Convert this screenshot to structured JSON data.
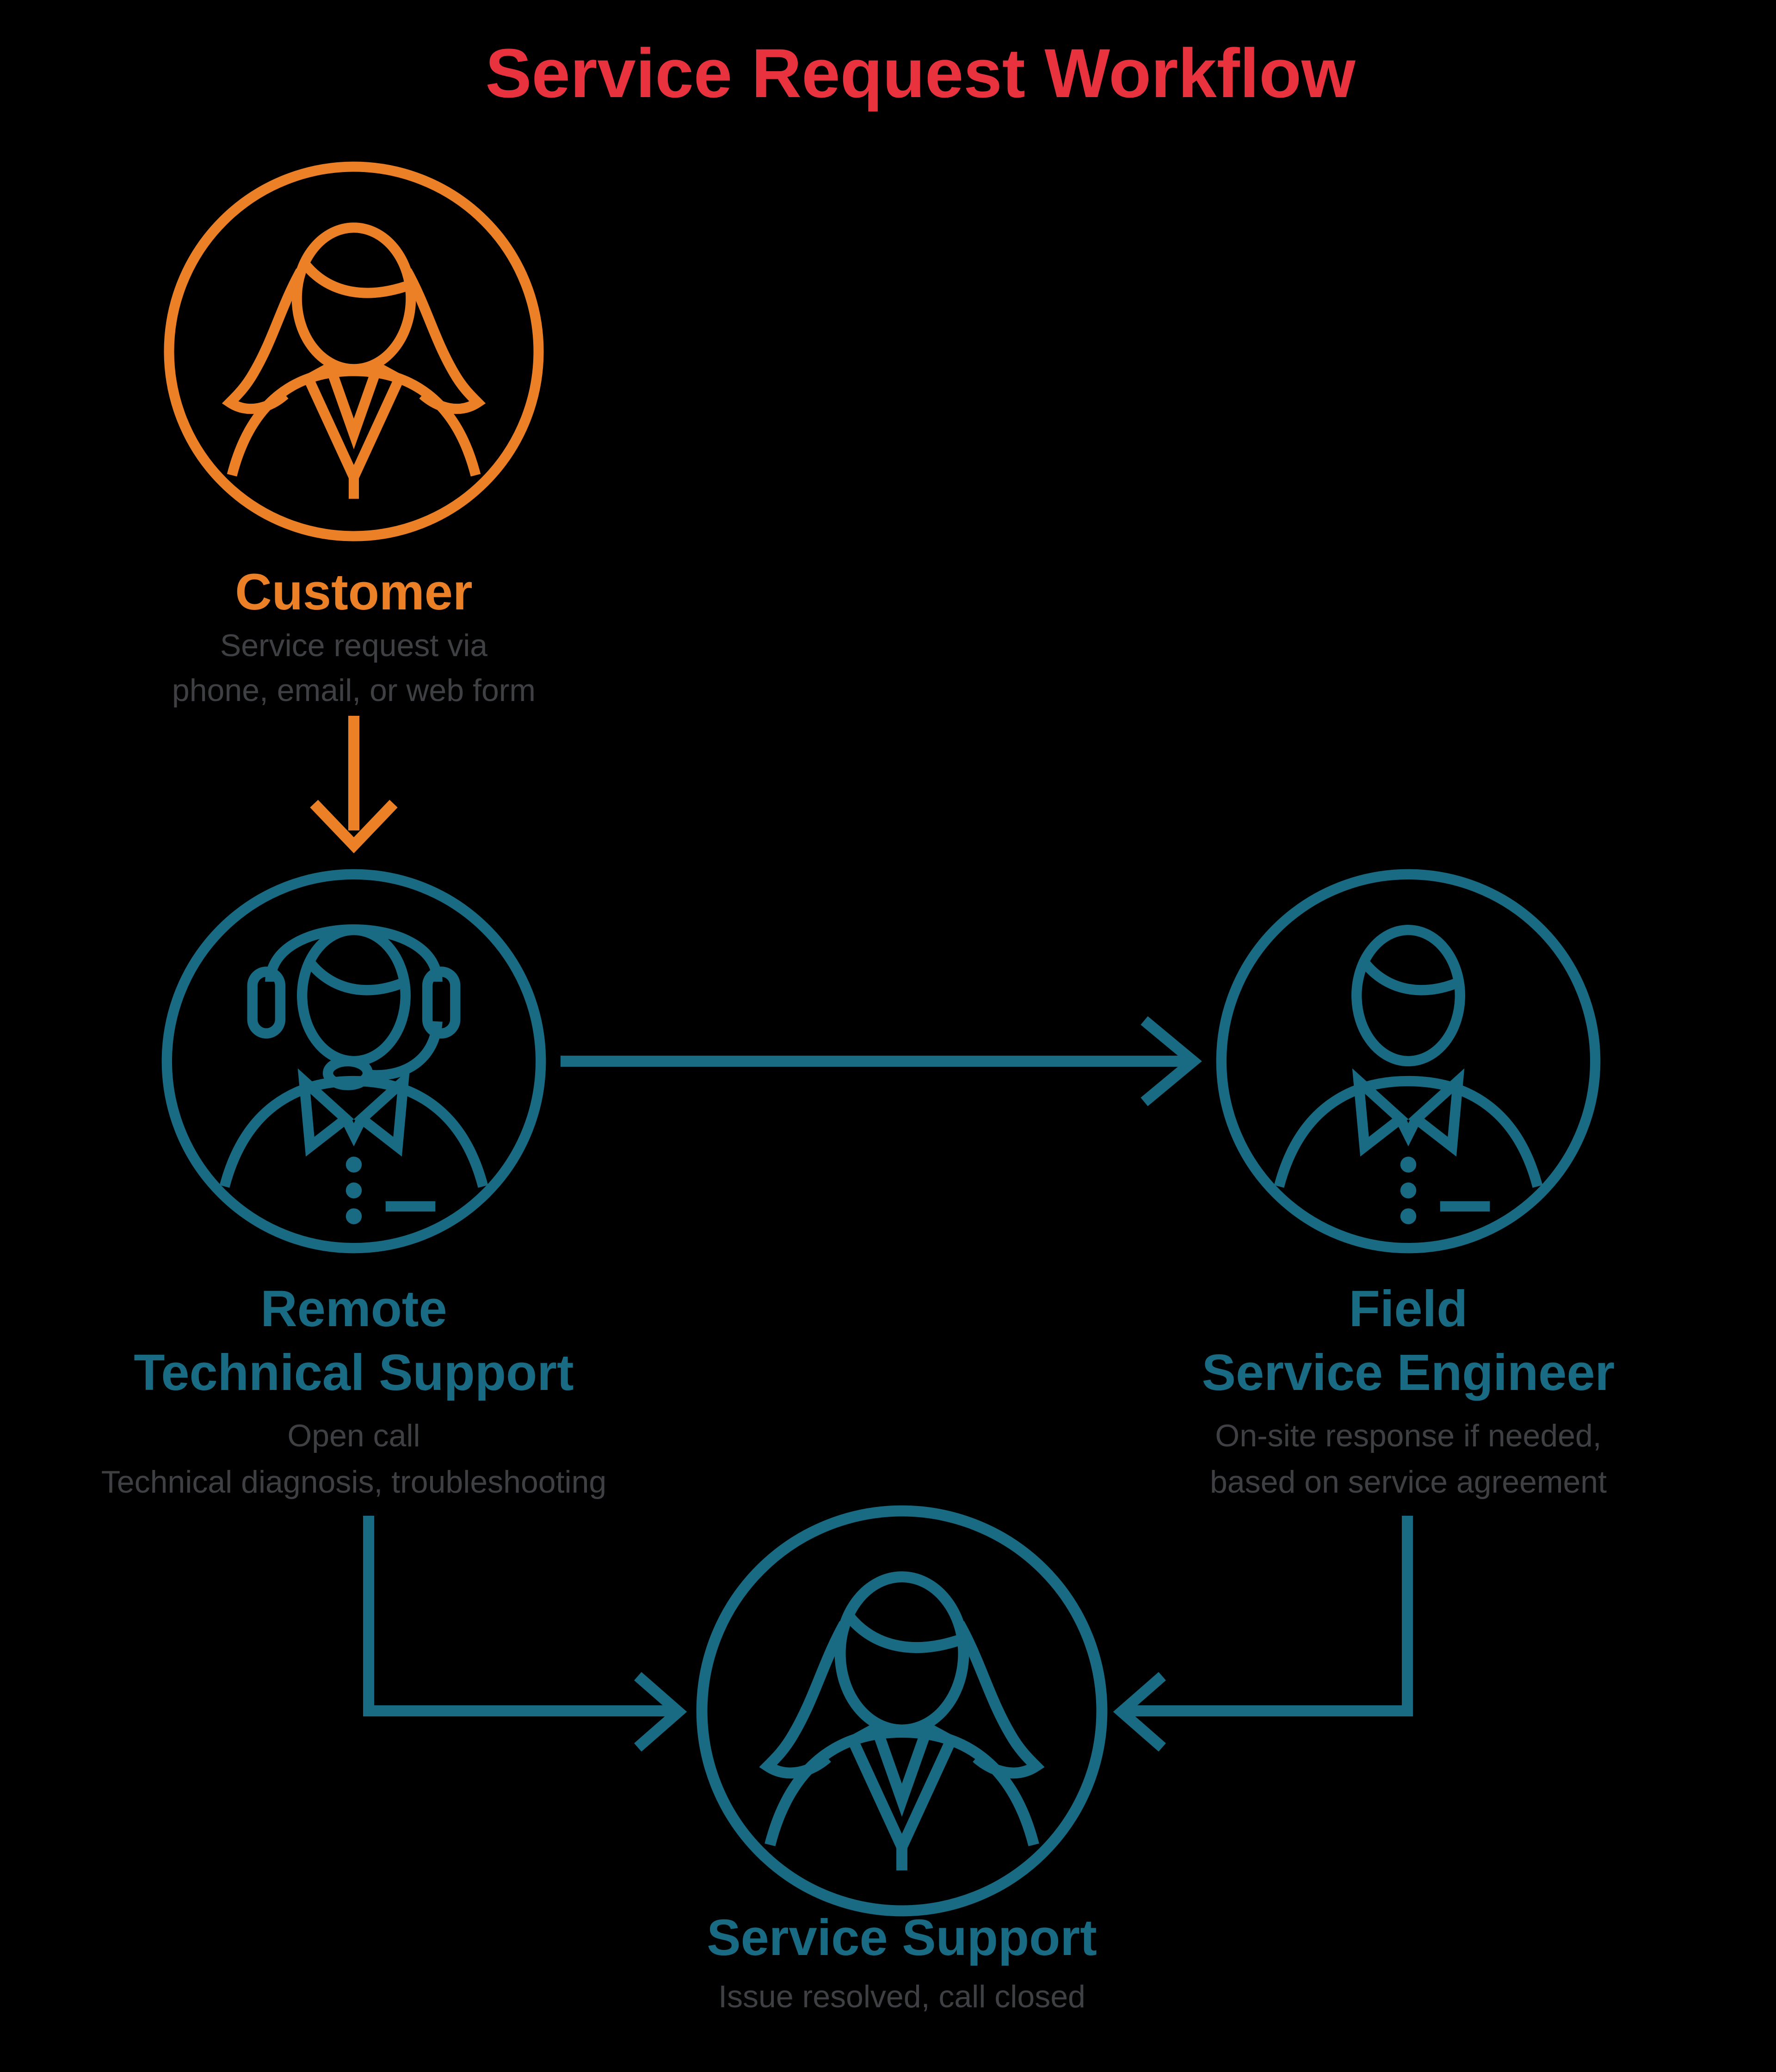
{
  "title": "Service Request Workflow",
  "colors": {
    "background": "#000000",
    "title": "#E8323E",
    "customer": "#EC8026",
    "workflow": "#196B83",
    "subtitle": "#3E4043"
  },
  "nodes": {
    "customer": {
      "label_lines": [
        "Customer"
      ],
      "sublabel_lines": [
        "Service request via",
        "phone, email, or web form"
      ],
      "icon": "female-user-icon"
    },
    "remote_technical_support": {
      "label_lines": [
        "Remote",
        "Technical Support"
      ],
      "sublabel_lines": [
        "Open call",
        "Technical diagnosis, troubleshooting"
      ],
      "icon": "headset-agent-icon"
    },
    "field_service_engineer": {
      "label_lines": [
        "Field",
        "Service Engineer"
      ],
      "sublabel_lines": [
        "On-site response if needed,",
        "based on service agreement"
      ],
      "icon": "male-user-icon"
    },
    "service_support": {
      "label_lines": [
        "Service Support"
      ],
      "sublabel_lines": [
        "Issue resolved, call closed"
      ],
      "icon": "female-user-icon"
    }
  },
  "edges": [
    {
      "from": "customer",
      "to": "remote_technical_support"
    },
    {
      "from": "remote_technical_support",
      "to": "field_service_engineer"
    },
    {
      "from": "remote_technical_support",
      "to": "service_support"
    },
    {
      "from": "field_service_engineer",
      "to": "service_support"
    }
  ]
}
